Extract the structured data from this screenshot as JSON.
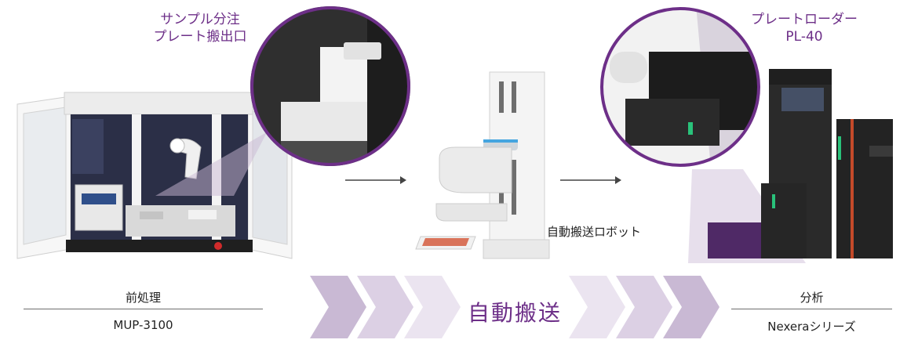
{
  "labels": {
    "sample_port_line1": "サンプル分注",
    "sample_port_line2": "プレート搬出口",
    "plate_loader_line1": "プレートローダー",
    "plate_loader_line2": "PL-40",
    "robot": "自動搬送ロボット"
  },
  "sections": {
    "left": {
      "category": "前処理",
      "model": "MUP-3100"
    },
    "middle": {
      "banner": "自動搬送"
    },
    "right": {
      "category": "分析",
      "model": "Nexeraシリーズ"
    }
  },
  "colors": {
    "accent": "#6d2f88",
    "chevron_light": "#ece6ef",
    "chevron_mid": "#d9cde0"
  }
}
